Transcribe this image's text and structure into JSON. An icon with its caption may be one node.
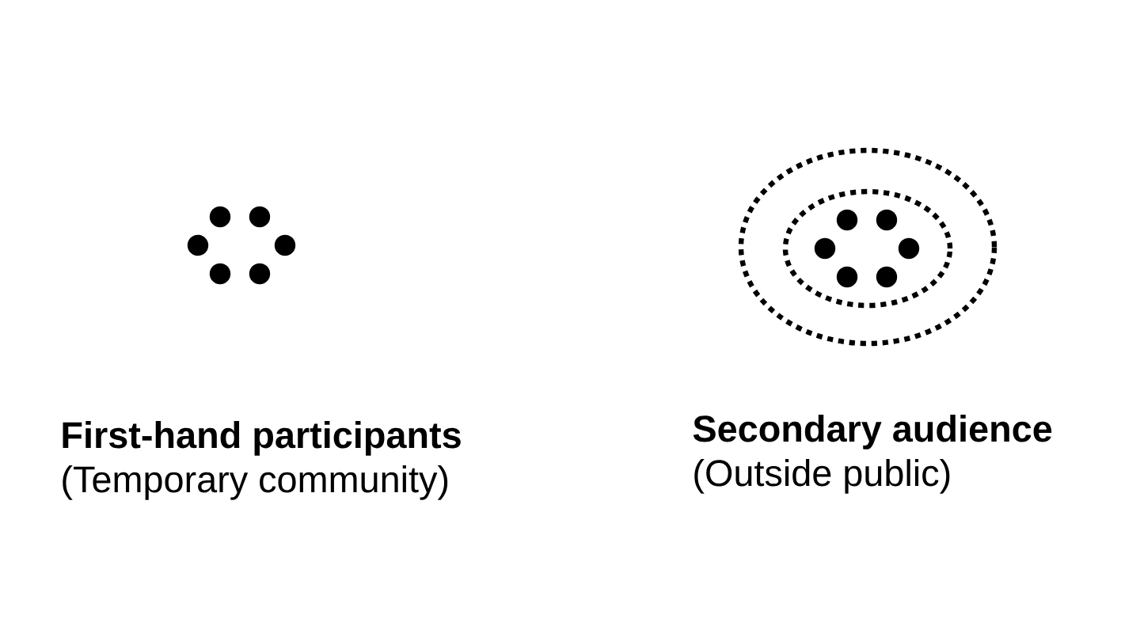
{
  "diagram": {
    "labels": [
      "First-hand participants",
      "(Temporary community)",
      "Secondary audience",
      "(Outside public)"
    ]
  }
}
